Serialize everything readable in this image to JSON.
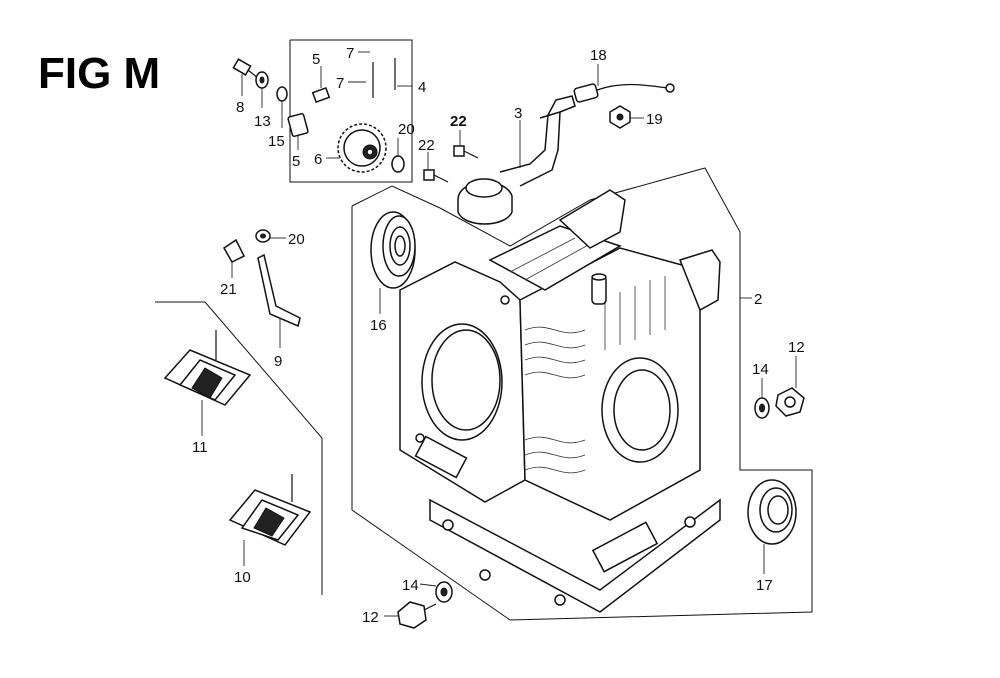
{
  "figure": {
    "title": "FIG M"
  },
  "callouts": [
    {
      "id": "c8",
      "label": "8"
    },
    {
      "id": "c13",
      "label": "13"
    },
    {
      "id": "c15",
      "label": "15"
    },
    {
      "id": "c5a",
      "label": "5"
    },
    {
      "id": "c5b",
      "label": "5"
    },
    {
      "id": "c7a",
      "label": "7"
    },
    {
      "id": "c7b",
      "label": "7"
    },
    {
      "id": "c4",
      "label": "4"
    },
    {
      "id": "c6",
      "label": "6"
    },
    {
      "id": "c20a",
      "label": "20"
    },
    {
      "id": "c22a",
      "label": "22"
    },
    {
      "id": "c22b",
      "label": "22"
    },
    {
      "id": "c3",
      "label": "3"
    },
    {
      "id": "c18",
      "label": "18"
    },
    {
      "id": "c19",
      "label": "19"
    },
    {
      "id": "c20b",
      "label": "20"
    },
    {
      "id": "c21",
      "label": "21"
    },
    {
      "id": "c9",
      "label": "9"
    },
    {
      "id": "c16",
      "label": "16"
    },
    {
      "id": "c2",
      "label": "2"
    },
    {
      "id": "c14a",
      "label": "14"
    },
    {
      "id": "c12a",
      "label": "12"
    },
    {
      "id": "c11",
      "label": "11"
    },
    {
      "id": "c10",
      "label": "10"
    },
    {
      "id": "c17",
      "label": "17"
    },
    {
      "id": "c14b",
      "label": "14"
    },
    {
      "id": "c12b",
      "label": "12"
    }
  ]
}
